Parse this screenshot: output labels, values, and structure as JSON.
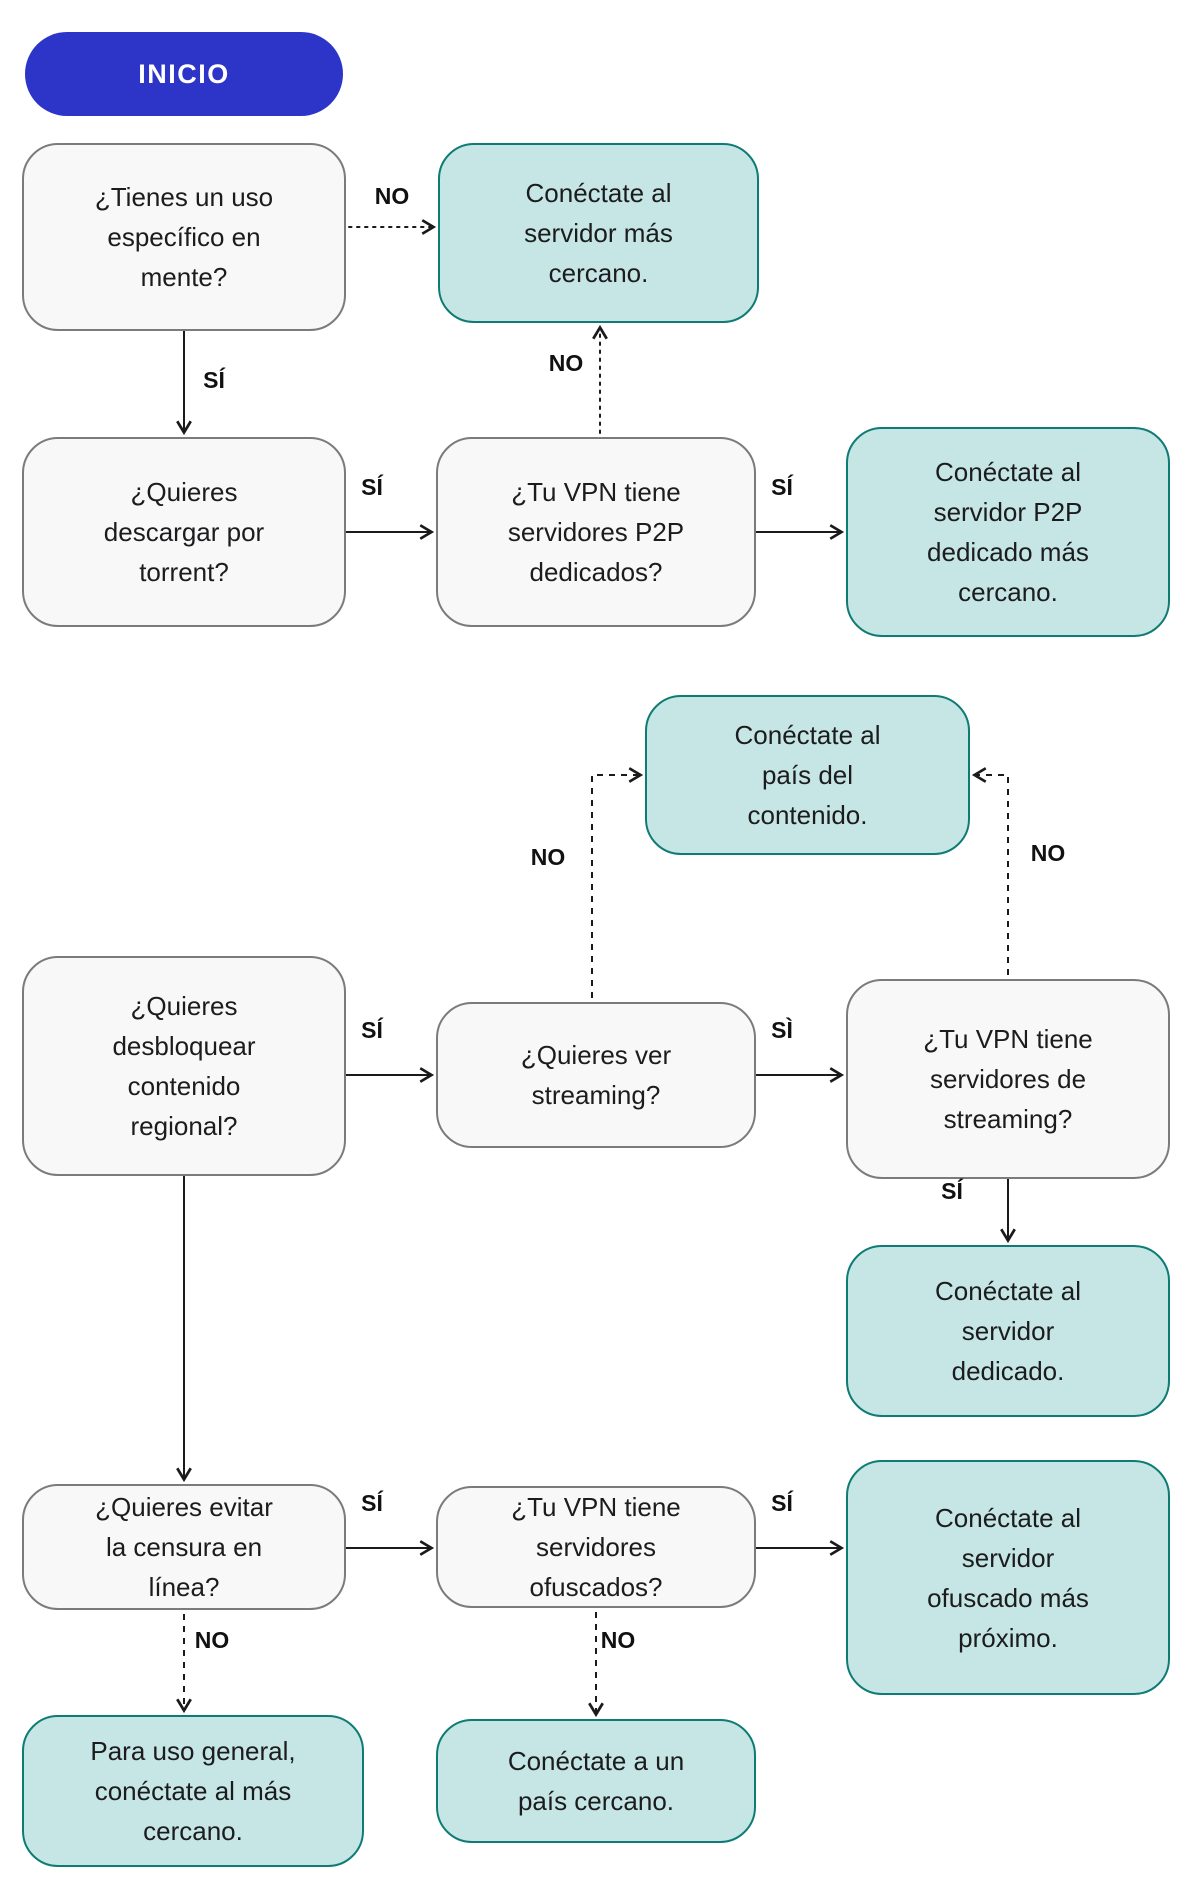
{
  "start": {
    "label": "INICIO"
  },
  "nodes": {
    "q1": {
      "type": "question",
      "text": "¿Tienes un uso\nespecífico en\nmente?"
    },
    "a1": {
      "type": "answer",
      "text": "Conéctate al\nservidor más\ncercano."
    },
    "q2": {
      "type": "question",
      "text": "¿Quieres\ndescargar por\ntorrent?"
    },
    "q3": {
      "type": "question",
      "text": "¿Tu VPN tiene\nservidores P2P\ndedicados?"
    },
    "a2": {
      "type": "answer",
      "text": "Conéctate al\nservidor P2P\ndedicado más\ncercano."
    },
    "a3": {
      "type": "answer",
      "text": "Conéctate al\npaís del\ncontenido."
    },
    "q4": {
      "type": "question",
      "text": "¿Quieres\ndesbloquear\ncontenido\nregional?"
    },
    "q5": {
      "type": "question",
      "text": "¿Quieres ver\nstreaming?"
    },
    "q6": {
      "type": "question",
      "text": "¿Tu VPN tiene\nservidores de\nstreaming?"
    },
    "a4": {
      "type": "answer",
      "text": "Conéctate al\nservidor\ndedicado."
    },
    "q7": {
      "type": "question",
      "text": "¿Quieres evitar\nla censura en\nlínea?"
    },
    "q8": {
      "type": "question",
      "text": "¿Tu VPN tiene\nservidores\nofuscados?"
    },
    "a5": {
      "type": "answer",
      "text": "Conéctate al\nservidor\nofuscado más\npróximo."
    },
    "a6": {
      "type": "answer",
      "text": "Para uso general,\nconéctate al más\ncercano."
    },
    "a7": {
      "type": "answer",
      "text": "Conéctate a un\npaís cercano."
    }
  },
  "edges": {
    "q1_no": {
      "from": "q1",
      "to": "a1",
      "label": "NO",
      "style": "dotted"
    },
    "q1_si": {
      "from": "q1",
      "to": "q2",
      "label": "SÍ",
      "style": "solid"
    },
    "q2_si": {
      "from": "q2",
      "to": "q3",
      "label": "SÍ",
      "style": "solid"
    },
    "q3_no": {
      "from": "q3",
      "to": "a1",
      "label": "NO",
      "style": "dotted"
    },
    "q3_si": {
      "from": "q3",
      "to": "a2",
      "label": "SÍ",
      "style": "solid"
    },
    "q4_si": {
      "from": "q4",
      "to": "q5",
      "label": "SÍ",
      "style": "solid"
    },
    "q5_no": {
      "from": "q5",
      "to": "a3",
      "label": "NO",
      "style": "dashed"
    },
    "q5_si": {
      "from": "q5",
      "to": "q6",
      "label": "SÌ",
      "style": "solid"
    },
    "q6_no": {
      "from": "q6",
      "to": "a3",
      "label": "NO",
      "style": "dashed"
    },
    "q6_si": {
      "from": "q6",
      "to": "a4",
      "label": "SÍ",
      "style": "solid"
    },
    "q4_down": {
      "from": "q4",
      "to": "q7",
      "label": "",
      "style": "solid"
    },
    "q7_si": {
      "from": "q7",
      "to": "q8",
      "label": "SÍ",
      "style": "solid"
    },
    "q7_no": {
      "from": "q7",
      "to": "a6",
      "label": "NO",
      "style": "dashed"
    },
    "q8_si": {
      "from": "q8",
      "to": "a5",
      "label": "SÍ",
      "style": "solid"
    },
    "q8_no": {
      "from": "q8",
      "to": "a7",
      "label": "NO",
      "style": "dashed"
    }
  },
  "colors": {
    "start_fill": "#2d34c8",
    "start_text": "#ffffff",
    "question_fill": "#f8f8f8",
    "question_border": "#7b7b7b",
    "answer_fill": "#c5e6e4",
    "answer_border": "#0e7c74",
    "connector": "#1a1a1a"
  }
}
